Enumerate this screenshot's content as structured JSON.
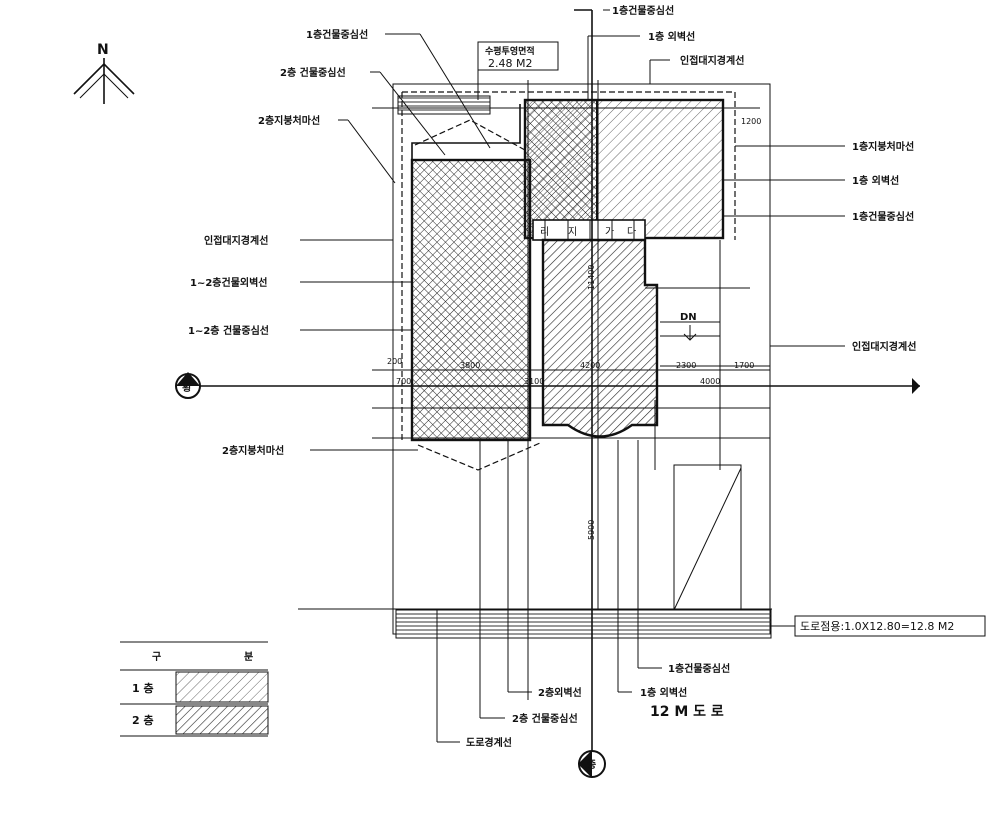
{
  "north_label": "N",
  "labels": {
    "f1_center_top": "1층건물중심선",
    "f1_outer_top": "1층 외벽선",
    "f1_center_left": "1층건물중심선",
    "f2_center_left": "2층 건물중심선",
    "f2_roof_top": "2층지붕처마선",
    "horizontal_area": "수평투영면적",
    "horizontal_area_value": "2.48 M2",
    "adjacent_top": "인접대지경계선",
    "adjacent_left": "인접대지경계선",
    "adjacent_right": "인접대지경계선",
    "f12_outer": "1~2층건물외벽선",
    "f12_center": "1~2층 건물중심선",
    "f1_roof_right": "1층지붕처마선",
    "f1_outer_right": "1층 외벽선",
    "f1_center_right": "1층건물중심선",
    "f2_roof_bottom": "2층지붕처마선",
    "road_area": "도로점용:1.0X12.80=12.8 M2",
    "f1_center_bottom": "1층건물중심선",
    "f2_outer_bottom": "2층외벽선",
    "f1_outer_bottom": "1층 외벽선",
    "f2_center_bottom": "2층 건물중심선",
    "road_boundary": "도로경계선",
    "road_name": "12 M 도 로",
    "dn": "DN",
    "stair_a": "지",
    "stair_b": "가",
    "stair_c": "다",
    "stair_d": "리",
    "section_h": "횡",
    "section_v": "종"
  },
  "dims": {
    "d1200": "1200",
    "d200": "200",
    "d3800": "3800",
    "d4200": "4200",
    "d2300": "2300",
    "d1700": "1700",
    "d700": "700",
    "d3100": "3100",
    "d4000": "4000",
    "d11400": "11400",
    "d5900": "5900"
  },
  "legend": {
    "header_a": "구",
    "header_b": "분",
    "row1": "1 층",
    "row2": "2 층"
  }
}
